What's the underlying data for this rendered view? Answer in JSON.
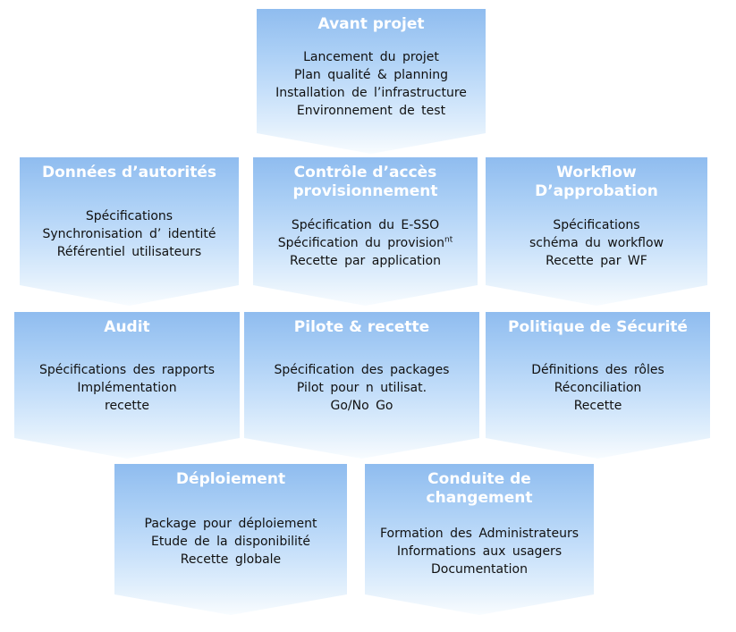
{
  "colors": {
    "page_bg": "#ffffff",
    "box_top": "#8fbcef",
    "box_bottom": "#f8fcff",
    "title_color": "#ffffff",
    "body_color": "#111111"
  },
  "phases": [
    {
      "id": "avant-projet",
      "title": "Avant projet",
      "lines": [
        "Lancement du projet",
        "Plan qualité & planning",
        "Installation de l’infrastructure",
        "Environnement de test"
      ]
    },
    {
      "id": "donnees-autorites",
      "title": "Données d’autorités",
      "lines": [
        "Spécifications",
        "Synchronisation d’ identité",
        "Référentiel utilisateurs"
      ]
    },
    {
      "id": "controle-acces-provisionnement",
      "title": "Contrôle d’accès\nprovisionnement",
      "lines": [
        "Spécification du E-SSO",
        "Spécification du provision",
        "Recette par application"
      ],
      "sup": "nt"
    },
    {
      "id": "workflow-approbation",
      "title": "Workflow\nD’approbation",
      "lines": [
        "Spécifications",
        "schéma du workflow",
        "Recette par WF"
      ]
    },
    {
      "id": "audit",
      "title": "Audit",
      "lines": [
        "Spécifications des rapports",
        "Implémentation",
        "recette"
      ]
    },
    {
      "id": "pilote-recette",
      "title": "Pilote & recette",
      "lines": [
        "Spécification des packages",
        "Pilot pour n utilisat.",
        "Go/No Go"
      ]
    },
    {
      "id": "politique-securite",
      "title": "Politique de Sécurité",
      "lines": [
        "Définitions des rôles",
        "Réconciliation",
        "Recette"
      ]
    },
    {
      "id": "deploiement",
      "title": "Déploiement",
      "lines": [
        "Package pour déploiement",
        "Etude de la disponibilité",
        "Recette globale"
      ]
    },
    {
      "id": "conduite-changement",
      "title": "Conduite de\nchangement",
      "lines": [
        "Formation des Administrateurs",
        "Informations aux usagers",
        "Documentation"
      ]
    }
  ]
}
